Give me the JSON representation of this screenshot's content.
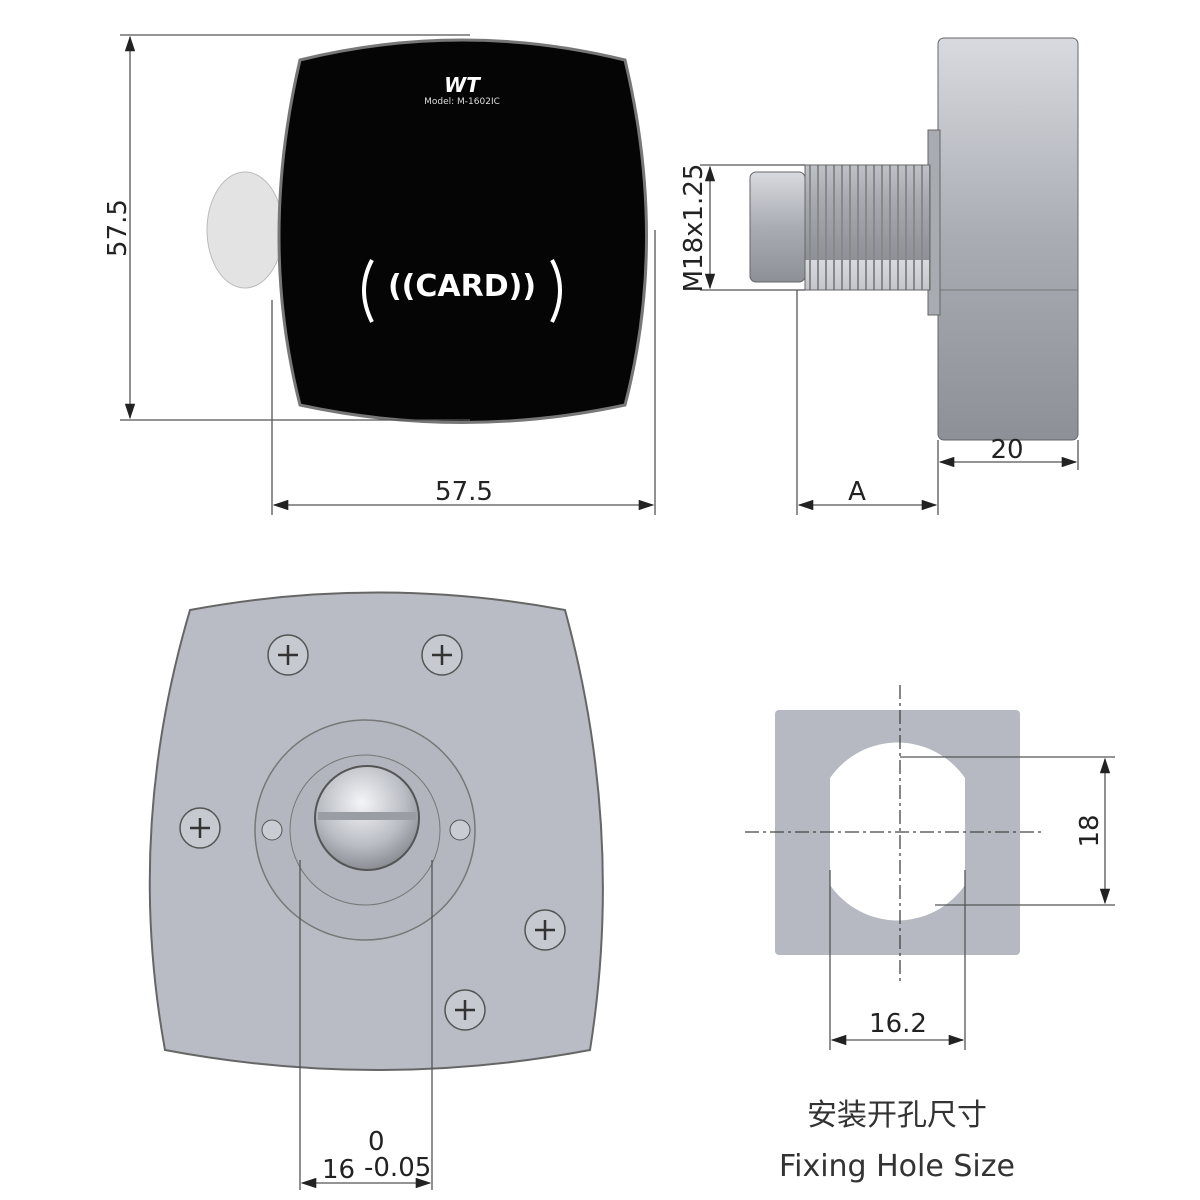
{
  "front_view": {
    "brand": "WT",
    "model": "Model: M-1602IC",
    "card_label": "((CARD))",
    "height_dim": "57.5",
    "width_dim": "57.5"
  },
  "side_view": {
    "thread_dim": "M18x1.25",
    "body_depth_dim": "20",
    "length_dim": "A"
  },
  "rear_view": {
    "cam_width": "16",
    "tolerance_upper": "0",
    "tolerance_lower": "-0.05"
  },
  "fixing_hole": {
    "height_dim": "18",
    "width_dim": "16.2",
    "caption_cn": "安装开孔尺寸",
    "caption_en": "Fixing Hole Size"
  },
  "colors": {
    "panel": "#050505",
    "metal": "#b4b8c0",
    "plate": "#b9bcc4",
    "hole_bg": "#b6b9c1",
    "line": "#333333"
  }
}
